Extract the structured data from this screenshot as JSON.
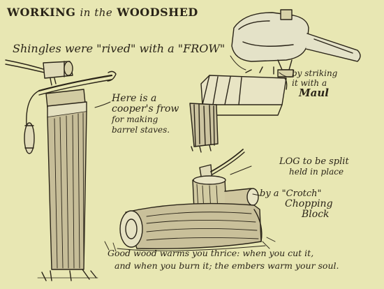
{
  "title": {
    "part1": "WORKING",
    "part2": "in the",
    "part3": "WOODSHED"
  },
  "labels": {
    "shingles": "Shingles were \"rived\" with a \"FROW\"",
    "striking_1": "by striking",
    "striking_2": "it with a",
    "striking_3": "Maul",
    "cooper_1": "Here is a",
    "cooper_2": "cooper's frow",
    "cooper_3": "for making",
    "cooper_4": "barrel staves.",
    "log_1": "LOG to be split",
    "log_2": "held in place",
    "crotch_1": "by a \"Crotch\"",
    "crotch_2": "Chopping",
    "crotch_3": "Block",
    "quote_1": "Good wood warms you thrice: when you cut it,",
    "quote_2": "and when you burn it; the embers warm your soul."
  },
  "colors": {
    "background": "#e8e7b3",
    "ink": "#2a2418"
  }
}
